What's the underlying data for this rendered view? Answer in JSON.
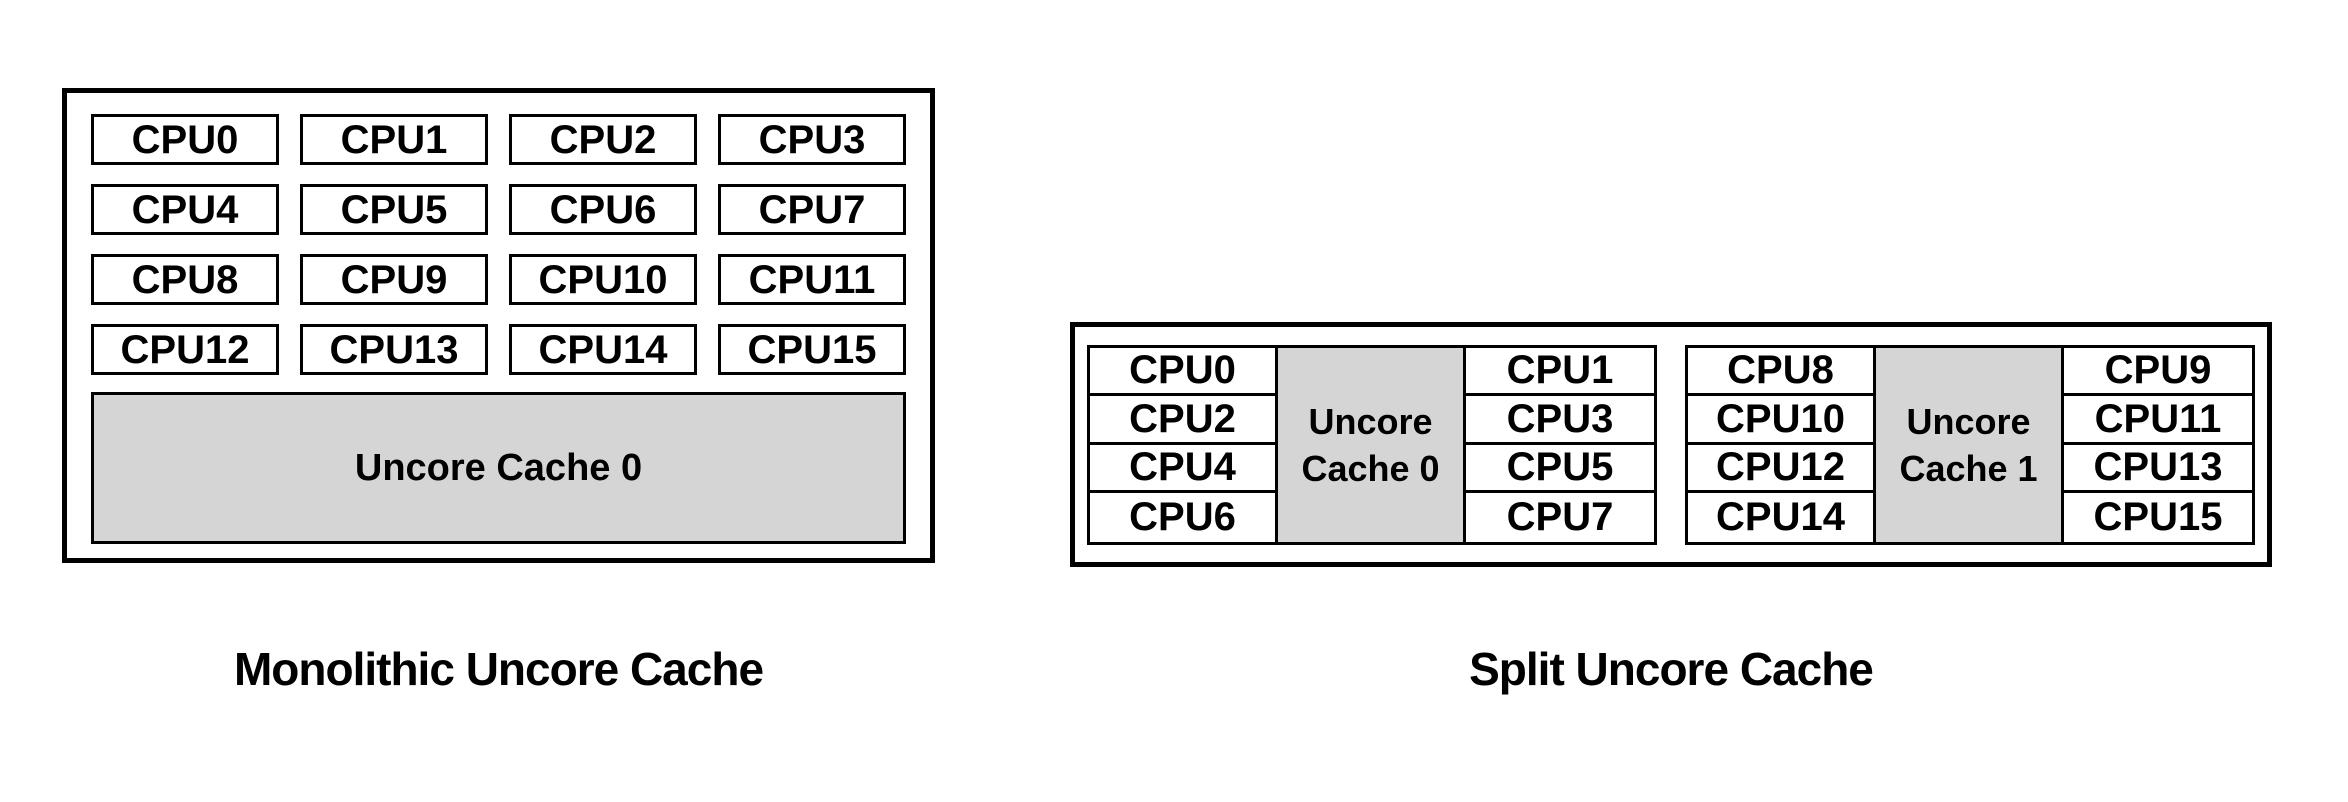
{
  "monolithic": {
    "caption": "Monolithic Uncore Cache",
    "cpus": [
      "CPU0",
      "CPU1",
      "CPU2",
      "CPU3",
      "CPU4",
      "CPU5",
      "CPU6",
      "CPU7",
      "CPU8",
      "CPU9",
      "CPU10",
      "CPU11",
      "CPU12",
      "CPU13",
      "CPU14",
      "CPU15"
    ],
    "cache_label": "Uncore Cache 0"
  },
  "split": {
    "caption": "Split Uncore Cache",
    "groups": [
      {
        "left_cpus": [
          "CPU0",
          "CPU2",
          "CPU4",
          "CPU6"
        ],
        "cache_label": "Uncore Cache 0",
        "right_cpus": [
          "CPU1",
          "CPU3",
          "CPU5",
          "CPU7"
        ]
      },
      {
        "left_cpus": [
          "CPU8",
          "CPU10",
          "CPU12",
          "CPU14"
        ],
        "cache_label": "Uncore Cache 1",
        "right_cpus": [
          "CPU9",
          "CPU11",
          "CPU13",
          "CPU15"
        ]
      }
    ]
  },
  "colors": {
    "background": "#ffffff",
    "border": "#000000",
    "text": "#000000",
    "cache_fill": "#d5d5d5"
  }
}
